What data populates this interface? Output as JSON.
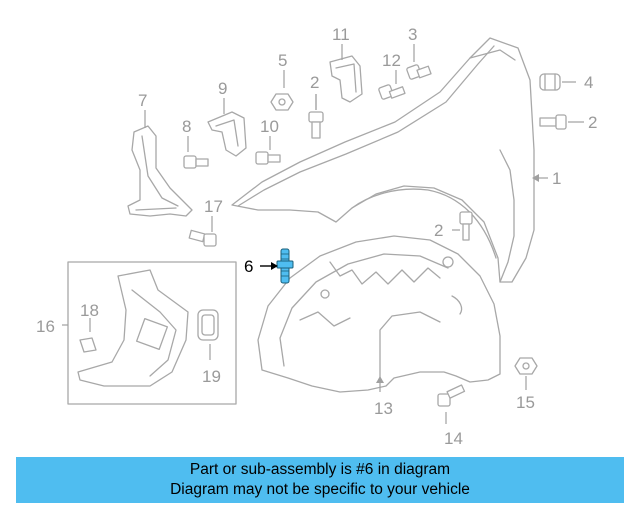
{
  "diagram": {
    "highlight_color": "#000000",
    "part_color": "#a8a8a8",
    "highlighted_part": "6",
    "labels": {
      "c1": "1",
      "c2a": "2",
      "c2b": "2",
      "c2c": "2",
      "c3": "3",
      "c4": "4",
      "c5": "5",
      "c6": "6",
      "c7": "7",
      "c8": "8",
      "c9": "9",
      "c10": "10",
      "c11": "11",
      "c12": "12",
      "c13": "13",
      "c14": "14",
      "c15": "15",
      "c16": "16",
      "c17": "17",
      "c18": "18",
      "c19": "19"
    }
  },
  "banner": {
    "line1": "Part or sub-assembly is #6 in diagram",
    "line2": "Diagram may not be specific to your vehicle",
    "background": "#4fbdf0"
  }
}
